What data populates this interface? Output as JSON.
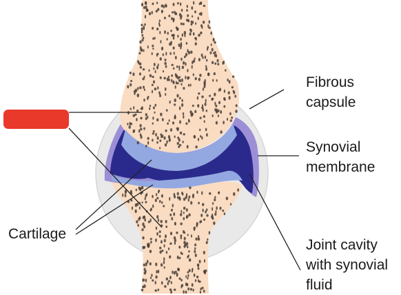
{
  "labels": {
    "fibrous_capsule": "Fibrous\ncapsule",
    "synovial_membrane": "Synovial\nmembrane",
    "joint_cavity": "Joint cavity\nwith synovial\nfluid",
    "cartilage": "Cartilage"
  },
  "colors": {
    "bone": "#f9dcc2",
    "bone_pores": "#4a3f38",
    "capsule": "#e9e9e9",
    "capsule_edge": "#d6d6d6",
    "synovial_membrane": "#9d8fd6",
    "joint_cavity": "#2a2a8c",
    "cartilage": "#93a8e0",
    "leader_lines": "#222222",
    "redaction_box": "#e8392b"
  }
}
